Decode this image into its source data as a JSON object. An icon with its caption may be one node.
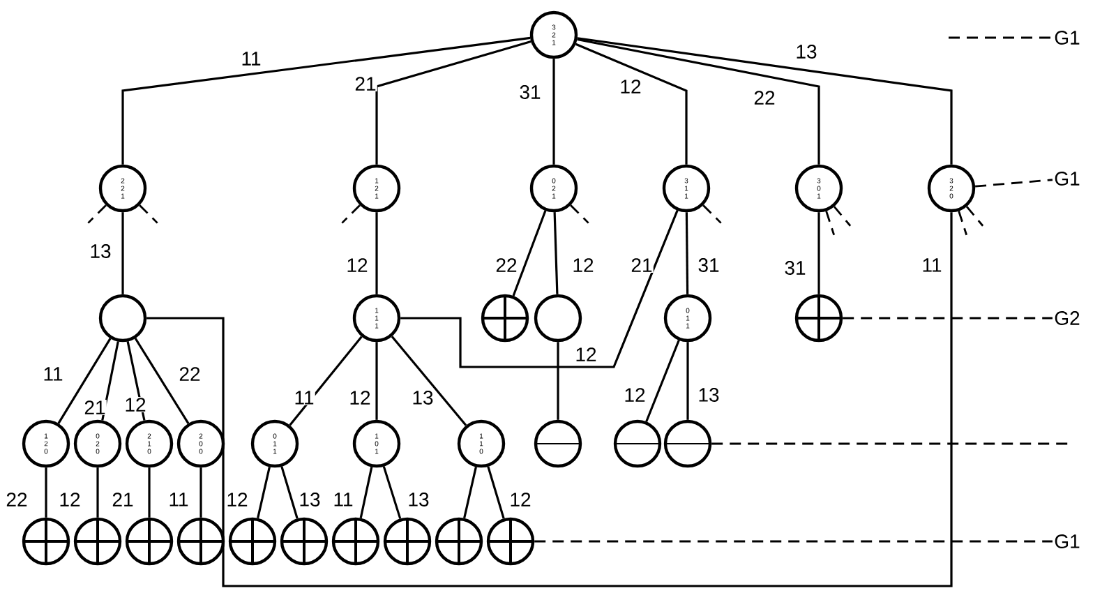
{
  "diagram": {
    "nodes": [
      {
        "text": [
          "3 2 1"
        ]
      },
      {
        "text": [
          "G1"
        ]
      },
      {
        "text": [
          "2 2 1"
        ]
      },
      {
        "text": [
          "1 2 1"
        ]
      },
      {
        "text": [
          "0 2 1"
        ]
      },
      {
        "text": [
          "3 1 1"
        ]
      },
      {
        "text": [
          "3 0 1"
        ]
      },
      {
        "text": [
          "3 2 0"
        ]
      },
      {
        "text": [
          "G1"
        ]
      },
      {
        "text": [],
        "shape": "circle"
      },
      {
        "text": [
          "1 1 1"
        ]
      },
      {
        "text": [],
        "shape": "plus"
      },
      {
        "text": [],
        "shape": "circle"
      },
      {
        "text": [
          "0 1 1"
        ]
      },
      {
        "text": [],
        "shape": "plus"
      },
      {
        "text": [
          "G2"
        ]
      },
      {
        "text": [
          "1 2 0"
        ]
      },
      {
        "text": [
          "0 2 0"
        ]
      },
      {
        "text": [
          "2 1 0"
        ]
      },
      {
        "text": [
          "2 0 0"
        ]
      },
      {
        "text": [
          "0 1 1"
        ]
      },
      {
        "text": [
          "1 0 1"
        ]
      },
      {
        "text": [
          "1 1 0"
        ]
      },
      {
        "text": [],
        "shape": "minus"
      },
      {
        "text": [],
        "shape": "minus"
      },
      {
        "text": [],
        "shape": "minus"
      },
      {
        "text": [],
        "shape": "plus"
      },
      {
        "text": [],
        "shape": "plus"
      },
      {
        "text": [],
        "shape": "plus"
      },
      {
        "text": [],
        "shape": "plus"
      },
      {
        "text": [],
        "shape": "plus"
      },
      {
        "text": [],
        "shape": "plus"
      },
      {
        "text": [],
        "shape": "plus"
      },
      {
        "text": [],
        "shape": "plus"
      },
      {
        "text": [],
        "shape": "plus"
      },
      {
        "text": [],
        "shape": "plus"
      },
      {
        "text": [
          "G1"
        ]
      }
    ],
    "edges": [
      {
        "from": 0,
        "to": 2,
        "arrow": "none",
        "label": "11"
      },
      {
        "from": 0,
        "to": 3,
        "arrow": "none",
        "label": "21"
      },
      {
        "from": 0,
        "to": 4,
        "arrow": "none",
        "label": "31"
      },
      {
        "from": 0,
        "to": 5,
        "arrow": "none",
        "label": "12"
      },
      {
        "from": 0,
        "to": 6,
        "arrow": "none",
        "label": "22"
      },
      {
        "from": 0,
        "to": 7,
        "arrow": "none",
        "label": "13"
      },
      {
        "from": null,
        "to": 1,
        "arrow": "none",
        "style": "dashed"
      },
      {
        "from": 7,
        "to": 8,
        "arrow": "none",
        "style": "dashed"
      },
      {
        "from": 2,
        "to": 9,
        "arrow": "none",
        "label": "13"
      },
      {
        "from": 3,
        "to": 10,
        "arrow": "none",
        "label": "12"
      },
      {
        "from": 4,
        "to": 11,
        "arrow": "none",
        "label": "22"
      },
      {
        "from": 4,
        "to": 12,
        "arrow": "none",
        "label": "12"
      },
      {
        "from": 5,
        "to": 10,
        "arrow": "none",
        "label": "21"
      },
      {
        "from": 5,
        "to": 13,
        "arrow": "none",
        "label": "31"
      },
      {
        "from": 6,
        "to": 14,
        "arrow": "none",
        "label": "31"
      },
      {
        "from": 7,
        "to": 9,
        "arrow": "none",
        "label": "11"
      },
      {
        "from": 14,
        "to": 15,
        "arrow": "none",
        "style": "dashed"
      },
      {
        "from": 9,
        "to": 16,
        "arrow": "none",
        "label": "11"
      },
      {
        "from": 9,
        "to": 17,
        "arrow": "none",
        "label": "21"
      },
      {
        "from": 9,
        "to": 18,
        "arrow": "none",
        "label": "12"
      },
      {
        "from": 9,
        "to": 19,
        "arrow": "none",
        "label": "22"
      },
      {
        "from": 10,
        "to": 20,
        "arrow": "none",
        "label": "11"
      },
      {
        "from": 10,
        "to": 21,
        "arrow": "none",
        "label": "12"
      },
      {
        "from": 10,
        "to": 22,
        "arrow": "none",
        "label": "13"
      },
      {
        "from": 12,
        "to": 23,
        "arrow": "none",
        "label": "12"
      },
      {
        "from": 13,
        "to": 24,
        "arrow": "none",
        "label": "12"
      },
      {
        "from": 13,
        "to": 25,
        "arrow": "none",
        "label": "13"
      },
      {
        "from": 25,
        "to": null,
        "arrow": "none",
        "style": "dashed"
      },
      {
        "from": 16,
        "to": 26,
        "arrow": "none",
        "label": "22"
      },
      {
        "from": 17,
        "to": 27,
        "arrow": "none",
        "label": "12"
      },
      {
        "from": 18,
        "to": 28,
        "arrow": "none",
        "label": "21"
      },
      {
        "from": 19,
        "to": 29,
        "arrow": "none",
        "label": "11"
      },
      {
        "from": 20,
        "to": 30,
        "arrow": "none",
        "label": "12"
      },
      {
        "from": 20,
        "to": 31,
        "arrow": "none",
        "label": "13"
      },
      {
        "from": 21,
        "to": 32,
        "arrow": "none",
        "label": "11"
      },
      {
        "from": 21,
        "to": 33,
        "arrow": "none",
        "label": "13"
      },
      {
        "from": 22,
        "to": 34,
        "arrow": "none"
      },
      {
        "from": 22,
        "to": 35,
        "arrow": "none",
        "label": "12"
      },
      {
        "from": 35,
        "to": 36,
        "arrow": "none",
        "style": "dashed"
      },
      {
        "from": 2,
        "to": null,
        "arrow": "none",
        "style": "dashed"
      },
      {
        "from": 2,
        "to": null,
        "arrow": "none",
        "style": "dashed"
      },
      {
        "from": 3,
        "to": null,
        "arrow": "none",
        "style": "dashed"
      },
      {
        "from": 4,
        "to": null,
        "arrow": "none",
        "style": "dashed"
      },
      {
        "from": 5,
        "to": null,
        "arrow": "none",
        "style": "dashed"
      },
      {
        "from": 6,
        "to": null,
        "arrow": "none",
        "style": "dashed"
      },
      {
        "from": 6,
        "to": null,
        "arrow": "none",
        "style": "dashed"
      },
      {
        "from": 7,
        "to": null,
        "arrow": "none",
        "style": "dashed"
      },
      {
        "from": 7,
        "to": null,
        "arrow": "none",
        "style": "dashed"
      }
    ]
  }
}
